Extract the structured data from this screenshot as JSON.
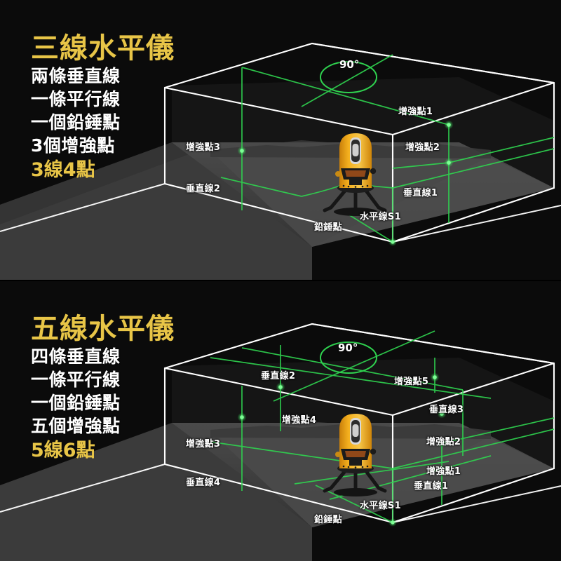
{
  "panels": [
    {
      "id": "three-line",
      "title": "三線水平儀",
      "specs": [
        "兩條垂直線",
        "一條平行線",
        "一個鉛錘點",
        "3個增強點"
      ],
      "highlight": "3線4點",
      "angle_label": "90°",
      "labels": [
        {
          "key": "enh3",
          "text": "增強點3"
        },
        {
          "key": "vert2",
          "text": "垂直線2"
        },
        {
          "key": "enh1",
          "text": "增強點1"
        },
        {
          "key": "enh2",
          "text": "增強點2"
        },
        {
          "key": "vert1",
          "text": "垂直線1"
        },
        {
          "key": "horizS1",
          "text": "水平線S1"
        },
        {
          "key": "plumb",
          "text": "鉛錘點"
        }
      ]
    },
    {
      "id": "five-line",
      "title": "五線水平儀",
      "specs": [
        "四條垂直線",
        "一條平行線",
        "一個鉛錘點",
        "五個增強點"
      ],
      "highlight": "5線6點",
      "angle_label": "90°",
      "labels": [
        {
          "key": "vert2",
          "text": "垂直線2"
        },
        {
          "key": "enh5",
          "text": "增強點5"
        },
        {
          "key": "enh4",
          "text": "增強點4"
        },
        {
          "key": "vert3",
          "text": "垂直線3"
        },
        {
          "key": "enh3",
          "text": "增強點3"
        },
        {
          "key": "enh2",
          "text": "增強點2"
        },
        {
          "key": "vert4",
          "text": "垂直線4"
        },
        {
          "key": "enh1",
          "text": "增強點1"
        },
        {
          "key": "vert1",
          "text": "垂直線1"
        },
        {
          "key": "horizS1",
          "text": "水平線S1"
        },
        {
          "key": "plumb",
          "text": "鉛錘點"
        }
      ]
    }
  ],
  "colors": {
    "background": "#0a0a0a",
    "title_gold": "#e8c547",
    "laser_green": "#2fd24f",
    "room_edge": "#ffffff",
    "floor_gray": "#3d3d3d",
    "wall_gray": "#6b6b6b",
    "device_body": "#f0a818",
    "label_text": "#ffffff"
  },
  "device": {
    "name": "laser-level",
    "body_color": "#f0a818",
    "accent_color": "#1a1a1a"
  }
}
